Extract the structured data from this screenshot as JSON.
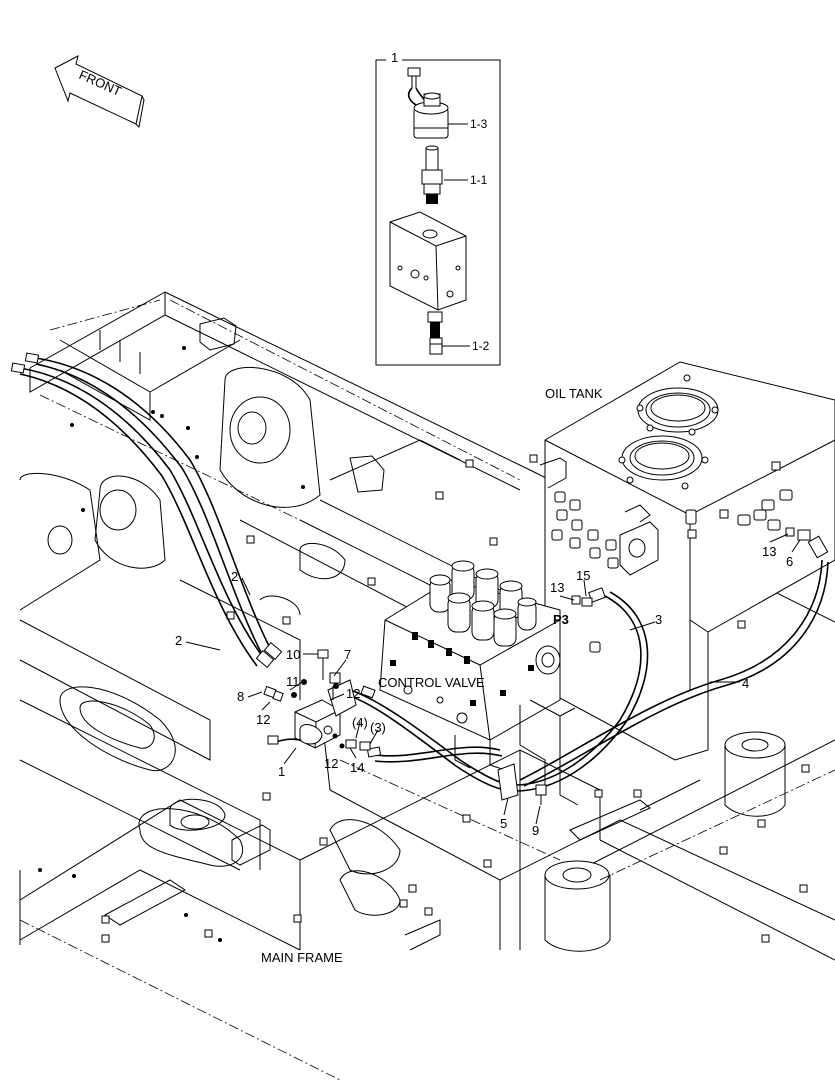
{
  "diagram": {
    "direction_label": "FRONT",
    "inset_label": "1",
    "inset_parts": [
      {
        "id": "p1-3",
        "text": "1-3"
      },
      {
        "id": "p1-1",
        "text": "1-1"
      },
      {
        "id": "p1-2",
        "text": "1-2"
      }
    ],
    "component_labels": {
      "oil_tank": "OIL TANK",
      "control_valve": "CONTROL VALVE",
      "main_frame": "MAIN FRAME",
      "port": "P3"
    },
    "callouts": {
      "c2a": "2",
      "c2b": "2",
      "c10": "10",
      "c7": "7",
      "c11": "11",
      "c8": "8",
      "c12a": "12",
      "c12b": "12",
      "c12c": "12",
      "c4p": "(4)",
      "c3p": "(3)",
      "c1": "1",
      "c14": "14",
      "c13a": "13",
      "c15": "15",
      "c3": "3",
      "c4": "4",
      "c5": "5",
      "c9": "9",
      "c13b": "13",
      "c6": "6"
    }
  }
}
